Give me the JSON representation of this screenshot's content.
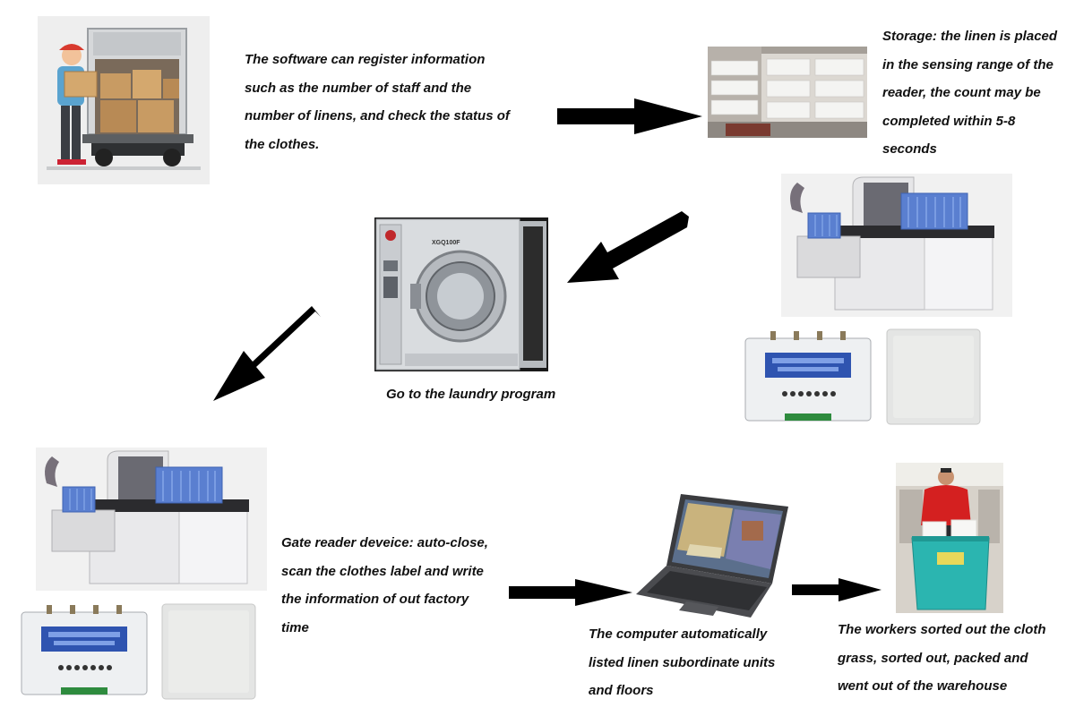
{
  "steps": {
    "software": {
      "lines": [
        "The software can register information",
        "such as the number of staff and the",
        "number of linens, and check the status of",
        "the clothes."
      ]
    },
    "storage": {
      "lines": [
        "Storage: the linen is placed",
        "in the sensing range of the",
        "reader, the count may be",
        "completed within 5-8",
        "seconds"
      ]
    },
    "laundry": {
      "text": "Go to the laundry program"
    },
    "gate": {
      "lines": [
        "Gate reader deveice: auto-close,",
        "scan the clothes label and write",
        "the information of  out factory",
        "time"
      ]
    },
    "computer": {
      "lines": [
        "The computer automatically",
        "listed linen subordinate units",
        "and floors"
      ]
    },
    "workers": {
      "lines": [
        "The workers sorted out the cloth",
        "grass, sorted out, packed and",
        "went out of the warehouse"
      ]
    }
  },
  "images": {
    "delivery": "delivery-truck-illustration",
    "shelves": "linen-storage-shelves-photo",
    "gate_top": "rfid-gate-reader-with-baskets",
    "reader_top": "rfid-4-channel-reader",
    "antenna_top": "rfid-panel-antenna",
    "washer": "industrial-washing-machine",
    "washer_model": "XGQ100F",
    "gate_bottom": "rfid-gate-reader-with-baskets",
    "reader_bottom": "rfid-4-channel-reader",
    "antenna_bottom": "rfid-panel-antenna",
    "laptop": "laptop-computer",
    "worker": "worker-with-linen-cart"
  },
  "colors": {
    "text": "#111111",
    "arrow": "#000000",
    "basket": "#5a7fd0",
    "cart": "#2bb5b0",
    "worker_shirt": "#d42020"
  }
}
